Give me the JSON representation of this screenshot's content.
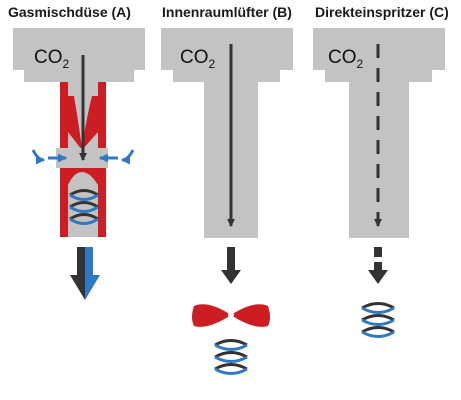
{
  "panels": [
    {
      "id": "A",
      "title": "Gasmischdüse (A)",
      "label": "CO",
      "label_sub": "2"
    },
    {
      "id": "B",
      "title": "Innenraumlüfter (B)",
      "label": "CO",
      "label_sub": "2"
    },
    {
      "id": "C",
      "title": "Direkteinspritzer (C)",
      "label": "CO",
      "label_sub": "2"
    }
  ],
  "colors": {
    "housing": "#c3c3c3",
    "nozzle_red": "#cc1d22",
    "flow_arrow": "#333333",
    "air_blue": "#2f78c4"
  }
}
